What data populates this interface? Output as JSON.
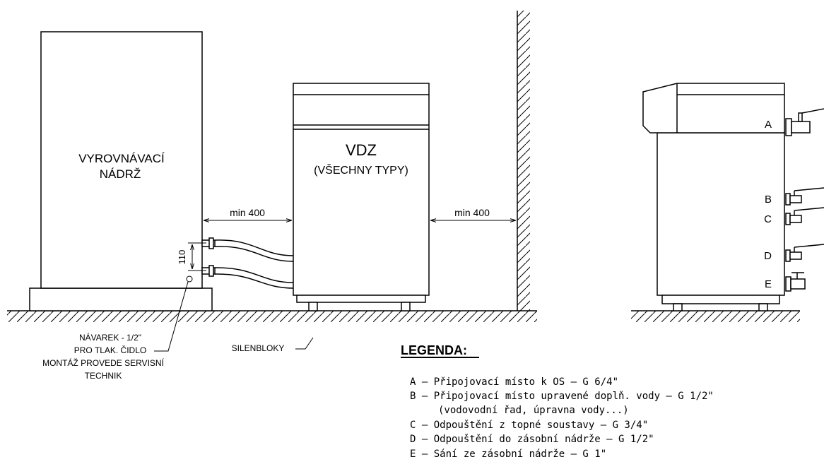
{
  "tank": {
    "line1": "VYROVNÁVACÍ",
    "line2": "NÁDRŽ"
  },
  "unit": {
    "title": "VDZ",
    "subtitle": "(VŠECHNY TYPY)"
  },
  "dimensions": {
    "gap_left": "min 400",
    "gap_right": "min 400",
    "pipe_spacing": "110"
  },
  "notes": {
    "sensor_line1": "NÁVAREK - 1/2\"",
    "sensor_line2": "PRO TLAK. ČIDLO",
    "sensor_line3": "MONTÁŽ PROVEDE SERVISNÍ",
    "sensor_line4": "TECHNIK",
    "feet": "SILENBLOKY"
  },
  "side_labels": [
    "A",
    "B",
    "C",
    "D",
    "E"
  ],
  "legend": {
    "title": "LEGENDA:",
    "items": [
      "A – Připojovací místo k OS – G 6/4\"",
      "B – Připojovací místo upravené doplň. vody – G 1/2\"",
      "(vodovodní řad, úpravna vody...)",
      "C – Odpouštění z topné soustavy – G 3/4\"",
      "D – Odpouštění do zásobní nádrže – G 1/2\"",
      "E – Sání ze zásobní nádrže – G 1\""
    ]
  }
}
